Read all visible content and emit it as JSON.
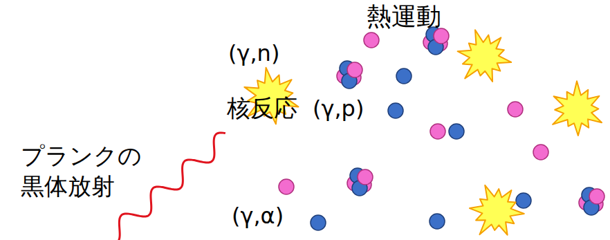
{
  "diagram": {
    "labels": [
      "熱運動",
      "(γ,n)",
      "核反応",
      "(γ,p)",
      "プランクの 黒体放射",
      "(γ,α)"
    ]
  }
}
